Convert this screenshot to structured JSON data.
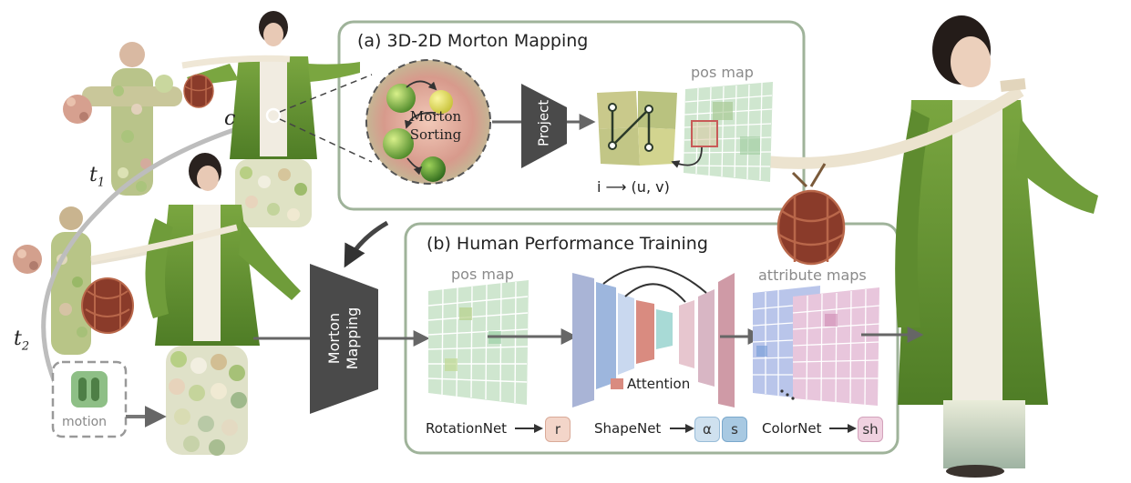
{
  "panel_a": {
    "title": "(a) 3D-2D Morton Mapping",
    "sorting_label": "Morton\nSorting",
    "project_label": "Project",
    "pos_map_label": "pos map",
    "mapping_formula": "i ⟶ (u, v)"
  },
  "panel_b": {
    "title": "(b) Human Performance Training",
    "pos_map_label": "pos map",
    "attention_label": "Attention",
    "attribute_maps_label": "attribute maps",
    "rotation_net": "RotationNet",
    "rotation_out": "r",
    "shape_net": "ShapeNet",
    "shape_out_alpha": "α",
    "shape_out_s": "s",
    "color_net": "ColorNet",
    "color_out": "sh"
  },
  "left": {
    "label_c": "c",
    "label_t1": "t",
    "label_t1_sub": "1",
    "label_t2": "t",
    "label_t2_sub": "2",
    "motion_label": "motion",
    "morton_block": "Morton\nMapping"
  },
  "colors": {
    "panel_border": "#9fb39a",
    "dark_block": "#4a4a4a",
    "robe_green": "#6f9c3a",
    "attention": "#d97b76",
    "chip_r": "#f3d5c9",
    "chip_alpha": "#cfe1ef",
    "chip_s": "#a8c9e2",
    "chip_sh": "#f0d1e0"
  }
}
